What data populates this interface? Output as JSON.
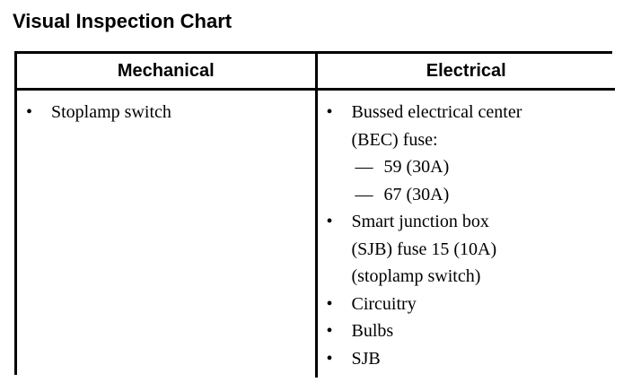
{
  "document": {
    "title": "Visual Inspection Chart",
    "background_color": "#ffffff",
    "text_color": "#000000",
    "border_color": "#000000"
  },
  "table": {
    "headers": {
      "mechanical": "Mechanical",
      "electrical": "Electrical"
    },
    "mechanical_items": [
      {
        "bullet": "•",
        "lines": [
          "Stoplamp switch"
        ],
        "sub_items": []
      }
    ],
    "electrical_items": [
      {
        "bullet": "•",
        "lines": [
          "Bussed electrical center",
          "(BEC) fuse:"
        ],
        "sub_items": [
          {
            "dash": "—",
            "text": "59 (30A)"
          },
          {
            "dash": "—",
            "text": "67 (30A)"
          }
        ]
      },
      {
        "bullet": "•",
        "lines": [
          "Smart junction box",
          "(SJB) fuse 15 (10A)",
          "(stoplamp switch)"
        ],
        "sub_items": []
      },
      {
        "bullet": "•",
        "lines": [
          "Circuitry"
        ],
        "sub_items": []
      },
      {
        "bullet": "•",
        "lines": [
          "Bulbs"
        ],
        "sub_items": []
      },
      {
        "bullet": "•",
        "lines": [
          "SJB"
        ],
        "sub_items": []
      }
    ]
  }
}
